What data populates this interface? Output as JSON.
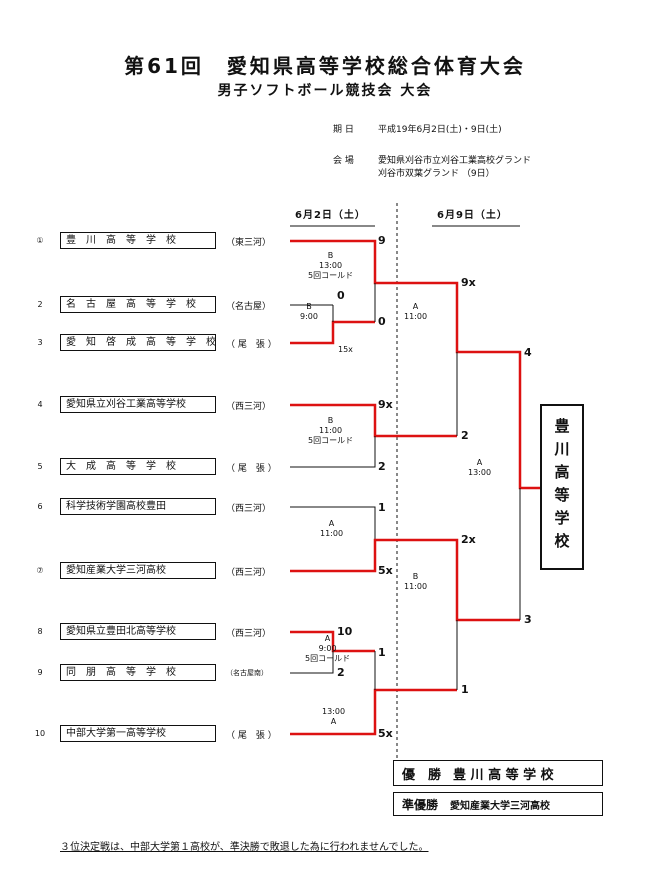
{
  "title": "第61回　愛知県高等学校総合体育大会",
  "subtitle": "男子ソフトボール競技会 大会",
  "info": {
    "date_label": "期 日",
    "date_value": "平成19年6月2日(土)・9日(土)",
    "venue_label": "会 場",
    "venue_value_1": "愛知県刈谷市立刈谷工業高校グランド",
    "venue_value_2": "刈谷市双葉グランド （9日）"
  },
  "columns": {
    "day1": "6月2日（土）",
    "day2": "6月9日（土）"
  },
  "teams": [
    {
      "seed": "①",
      "name": "豊　川　高　等　学　校",
      "region": "（東三河）"
    },
    {
      "seed": "2",
      "name": "名　古　屋　高　等　学　校",
      "region": "（名古屋）"
    },
    {
      "seed": "3",
      "name": "愛　知　啓　成　高　等　学　校",
      "region": "（ 尾　張 ）"
    },
    {
      "seed": "4",
      "name": "愛知県立刈谷工業高等学校",
      "region": "（西三河）"
    },
    {
      "seed": "5",
      "name": "大　成　高　等　学　校",
      "region": "（ 尾　張 ）"
    },
    {
      "seed": "6",
      "name": "科学技術学園高校豊田",
      "region": "（西三河）"
    },
    {
      "seed": "⑦",
      "name": "愛知産業大学三河高校",
      "region": "（西三河）"
    },
    {
      "seed": "8",
      "name": "愛知県立豊田北高等学校",
      "region": "（西三河）"
    },
    {
      "seed": "9",
      "name": "同　朋　高　等　学　校",
      "region": "（名古屋南）"
    },
    {
      "seed": "10",
      "name": "中部大学第一高等学校",
      "region": "（ 尾　張 ）"
    }
  ],
  "scores": {
    "s1": "9",
    "s2": "0",
    "s3": "0",
    "s4": "15x",
    "s5": "9x",
    "s6": "2",
    "s7": "1",
    "s8": "5x",
    "s9": "10",
    "s10": "1",
    "s11": "2",
    "s12": "5x",
    "q1": "9x",
    "q2": "2",
    "q3": "2x",
    "q4": "1",
    "f1": "4",
    "f2": "3"
  },
  "notes": {
    "n1": "B\n13:00\n5回コールド",
    "n2": "B\n9:00",
    "n3": "B\n11:00\n5回コールド",
    "n4": "A\n11:00",
    "n5": "A\n9:00\n5回コールド",
    "n6": "13:00\nA",
    "n7": "A\n11:00",
    "n8": "B\n11:00",
    "n9": "A\n13:00"
  },
  "champion": "豊川高等学校",
  "results": {
    "winner_label": "優　勝",
    "winner_name": "豊 川 高 等 学 校",
    "runnerup_label": "準優勝",
    "runnerup_name": "愛知産業大学三河高校"
  },
  "footnote": "３位決定戦は、中部大学第１高校が、準決勝で敗退した為に行われませんでした。",
  "colors": {
    "winner_line": "#dd1111",
    "line": "#111111"
  }
}
